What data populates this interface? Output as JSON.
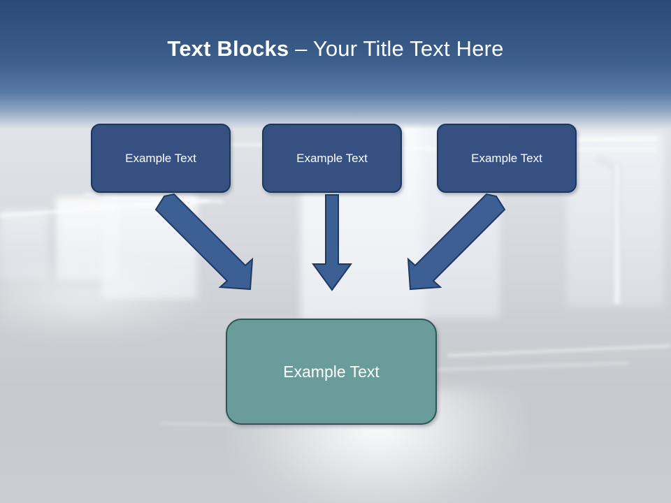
{
  "slide": {
    "title": {
      "bold_part": "Text Blocks",
      "rest_part": " – Your Title Text Here"
    },
    "theme": {
      "title_band_color": "#2b4a77",
      "node_fill": "#365181",
      "node_border": "#17375e",
      "result_fill": "#6a9c9b",
      "result_border": "#2f5453",
      "arrow_fill": "#3c6094",
      "arrow_border": "#1f3864",
      "text_color": "#ffffff"
    }
  },
  "diagram": {
    "type": "convergent-flow",
    "top_nodes": [
      {
        "id": "node-1",
        "label": "Example Text"
      },
      {
        "id": "node-2",
        "label": "Example Text"
      },
      {
        "id": "node-3",
        "label": "Example Text"
      }
    ],
    "connectors": [
      {
        "id": "arrow-left",
        "icon": "arrow-down-right-icon",
        "from": "node-1",
        "to": "node-result",
        "direction": "down-right"
      },
      {
        "id": "arrow-mid",
        "icon": "arrow-down-icon",
        "from": "node-2",
        "to": "node-result",
        "direction": "down"
      },
      {
        "id": "arrow-right",
        "icon": "arrow-down-left-icon",
        "from": "node-3",
        "to": "node-result",
        "direction": "down-left"
      }
    ],
    "result_node": {
      "id": "node-result",
      "label": "Example Text"
    }
  }
}
